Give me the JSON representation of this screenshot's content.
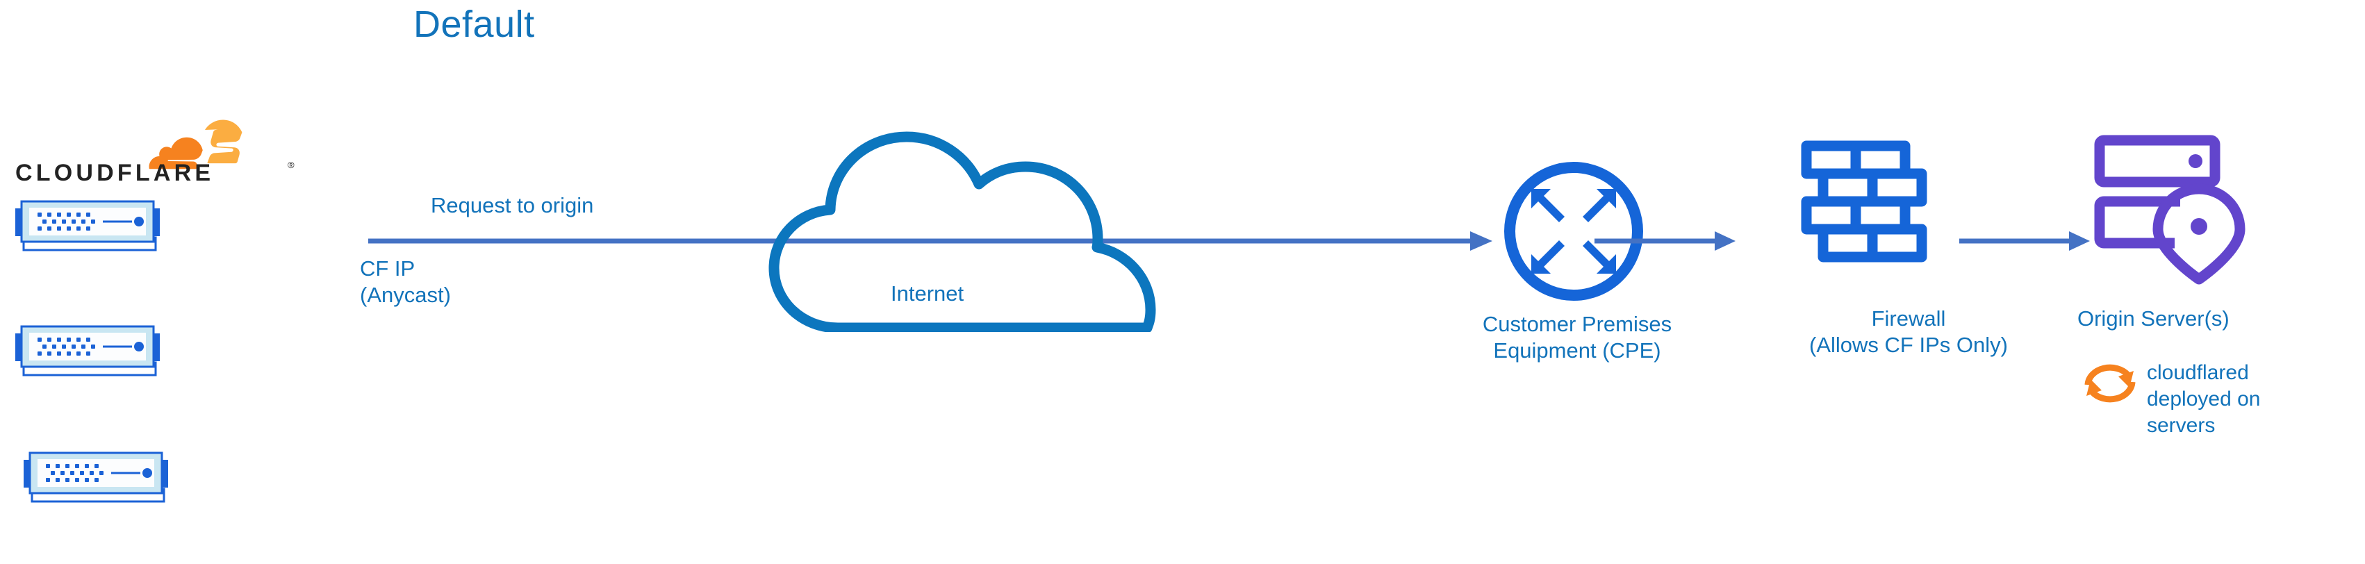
{
  "title": "Default",
  "colors": {
    "title_blue": "#1273BA",
    "label_blue": "#1273BA",
    "arrow_blue": "#4472C4",
    "icon_blue": "#1565D8",
    "cloud_outline_blue": "#0C76BE",
    "rack_border_blue": "#1B62D6",
    "rack_fill_light": "#C9E6F2",
    "origin_purple": "#6245CC",
    "cloudflare_orange_dark": "#F6821F",
    "cloudflare_orange_light": "#FBAD41",
    "cloudflare_wordmark": "#222222"
  },
  "brand": {
    "logo_name": "cloudflare-logo",
    "wordmark": "CLOUDFLARE",
    "registered_mark": "®"
  },
  "nodes": {
    "cloudflare_edge": {
      "icon_name": "server-rack-icon",
      "rack_count": 3,
      "label_line1": "CF IP",
      "label_line2": "(Anycast)",
      "label": "CF IP\n(Anycast)"
    },
    "internet": {
      "icon_name": "cloud-icon",
      "label": "Internet"
    },
    "cpe": {
      "icon_name": "router-icon",
      "label_line1": "Customer Premises",
      "label_line2": "Equipment (CPE)",
      "label": "Customer Premises\nEquipment (CPE)"
    },
    "firewall": {
      "icon_name": "brick-wall-icon",
      "label_line1": "Firewall",
      "label_line2": "(Allows CF IPs Only)",
      "label": "Firewall\n(Allows CF IPs Only)"
    },
    "origin": {
      "icon_name": "server-stack-location-pin-icon",
      "label": "Origin Server(s)",
      "note_icon_name": "sync-refresh-icon",
      "note_line1": "cloudflared",
      "note_line2": "deployed on",
      "note_line3": "servers",
      "note": "cloudflared\ndeployed on\nservers"
    }
  },
  "connections": {
    "request_to_origin": {
      "label": "Request to origin",
      "arrow_name": "arrow-request-main"
    },
    "cpe_to_firewall": {
      "arrow_name": "arrow-cpe-firewall"
    },
    "firewall_to_origin": {
      "arrow_name": "arrow-firewall-origin"
    }
  }
}
